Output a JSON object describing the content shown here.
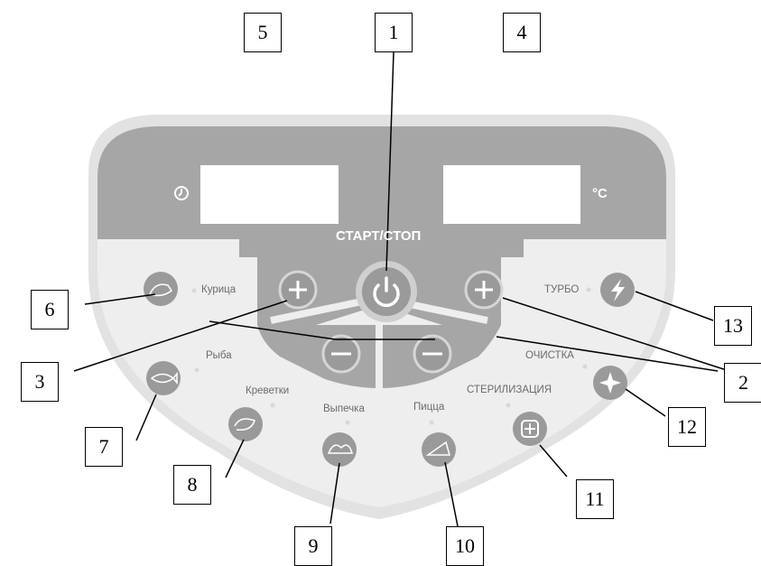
{
  "panel": {
    "start_stop_label": "СТАРТ/СТОП",
    "celsius_label": "°C",
    "colors": {
      "panel_dark": "#a7a7a7",
      "panel_light": "#eaeaea",
      "outer_rim": "#dcdcdc",
      "button_fill": "#9b9b9b",
      "display_fill": "#ffffff"
    }
  },
  "program_labels": {
    "chicken": "Курица",
    "fish": "Рыба",
    "shrimp": "Креветки",
    "baking": "Выпечка",
    "pizza": "Пицца",
    "sterilization": "СТЕРИЛИЗАЦИЯ",
    "cleaning": "ОЧИСТКА",
    "turbo": "ТУРБО"
  },
  "callouts": [
    "1",
    "2",
    "3",
    "4",
    "5",
    "6",
    "7",
    "8",
    "9",
    "10",
    "11",
    "12",
    "13"
  ]
}
